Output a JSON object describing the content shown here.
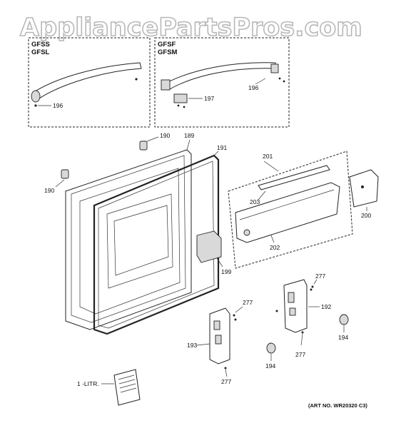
{
  "watermark": "AppliancePartsPros.com",
  "groups": [
    {
      "models": [
        "GFSS",
        "GFSL"
      ]
    },
    {
      "models": [
        "GFSF",
        "GFSM"
      ]
    }
  ],
  "callouts": {
    "c196a": "196",
    "c196b": "196",
    "c197": "197",
    "c190a": "190",
    "c190b": "190",
    "c189": "189",
    "c191": "191",
    "c201": "201",
    "c203": "203",
    "c200": "200",
    "c202": "202",
    "c199": "199",
    "c277a": "277",
    "c277b": "277",
    "c277c": "277",
    "c277d": "277",
    "c192": "192",
    "c193": "193",
    "c194a": "194",
    "c194b": "194",
    "litr": "1 -LITR."
  },
  "art_number": "(ART NO. WR20320 C3)"
}
